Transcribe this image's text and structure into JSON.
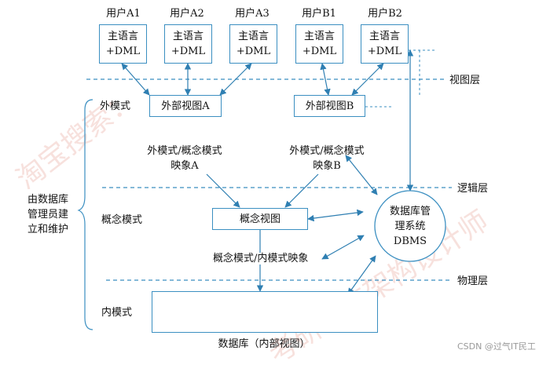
{
  "users": [
    {
      "name": "用户A1",
      "lang_line1": "主语言",
      "lang_line2": "+DML"
    },
    {
      "name": "用户A2",
      "lang_line1": "主语言",
      "lang_line2": "+DML"
    },
    {
      "name": "用户A3",
      "lang_line1": "主语言",
      "lang_line2": "+DML"
    },
    {
      "name": "用户B1",
      "lang_line1": "主语言",
      "lang_line2": "+DML"
    },
    {
      "name": "用户B2",
      "lang_line1": "主语言",
      "lang_line2": "+DML"
    }
  ],
  "layers": {
    "view": "视图层",
    "logic": "逻辑层",
    "physical": "物理层"
  },
  "left_labels": {
    "external_schema": "外模式",
    "conceptual_schema": "概念模式",
    "internal_schema": "内模式",
    "dba_line1": "由数据库",
    "dba_line2": "管理员建",
    "dba_line3": "立和维护"
  },
  "views": {
    "external_a": "外部视图A",
    "external_b": "外部视图B",
    "conceptual": "概念视图",
    "database": "数据库（内部视图）"
  },
  "mappings": {
    "a_line1": "外模式/概念模式",
    "a_line2": "映象A",
    "b_line1": "外模式/概念模式",
    "b_line2": "映象B",
    "conceptual_internal": "概念模式/内模式映象"
  },
  "dbms": {
    "line1": "数据库管",
    "line2": "理系统",
    "line3": "DBMS"
  },
  "watermark": {
    "left": "淘宝搜索：",
    "right": "考研系统架构设计师",
    "credit": "CSDN @过气IT民工"
  },
  "colors": {
    "box_border": "#3b8fc1",
    "arrow": "#2f7fb2",
    "dashed": "#3b8fc1",
    "cylinder_fill": "#bfe3f2"
  }
}
